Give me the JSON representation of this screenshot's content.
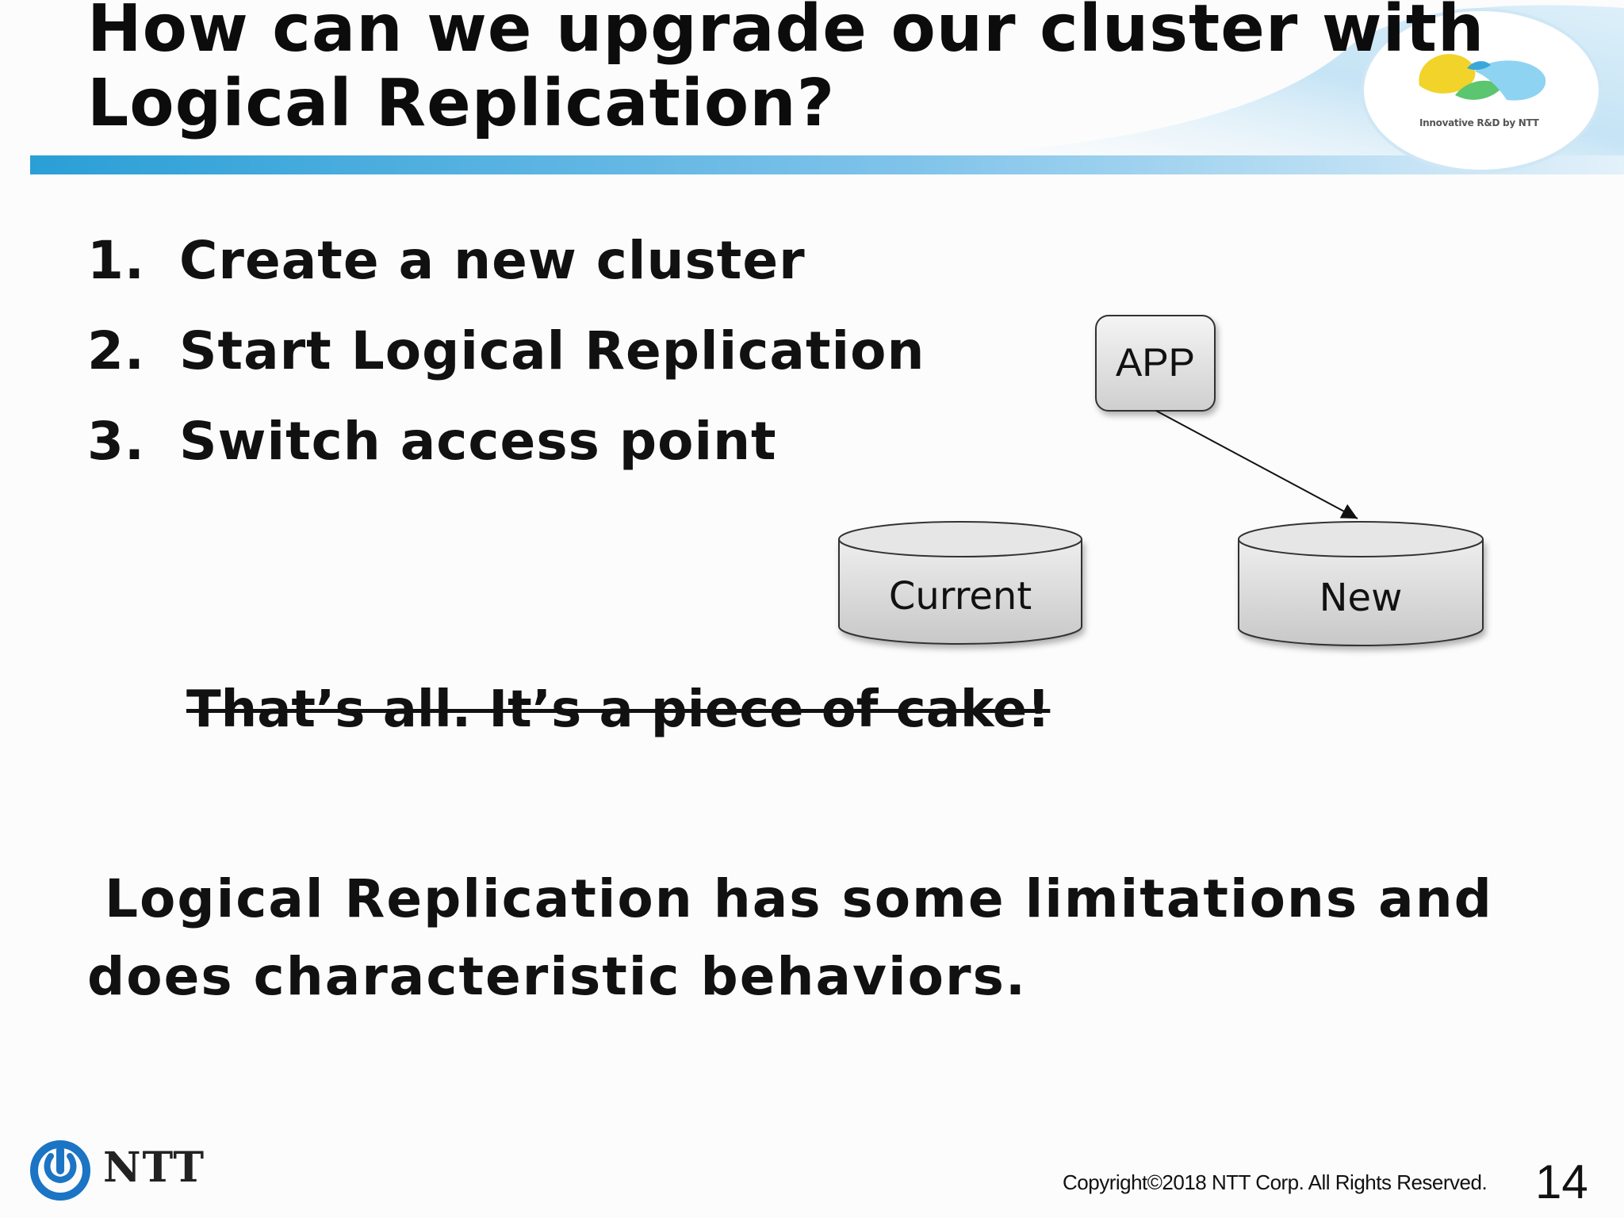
{
  "title": "How can we upgrade our cluster with\nLogical Replication?",
  "header_logo_caption": "Innovative R&D by NTT",
  "steps": [
    {
      "num": "1.",
      "text": "Create a new cluster"
    },
    {
      "num": "2.",
      "text": "Start Logical Replication"
    },
    {
      "num": "3.",
      "text": "Switch access point"
    }
  ],
  "diagram": {
    "app_label": "APP",
    "current_label": "Current",
    "new_label": "New"
  },
  "struck_text": "That’s all. It’s a piece of cake!",
  "limitations_text": "Logical Replication has some limitations and does characteristic behaviors.",
  "footer": {
    "brand": "NTT",
    "copyright": "Copyright©2018 NTT Corp. All Rights Reserved.",
    "page_number": "14"
  },
  "colors": {
    "header_bar": "#3aa7d9",
    "brand_blue": "#1b74c4",
    "logo_yellow": "#f1d32a",
    "logo_green": "#5cc56f",
    "logo_light_blue": "#8fd3f2"
  }
}
